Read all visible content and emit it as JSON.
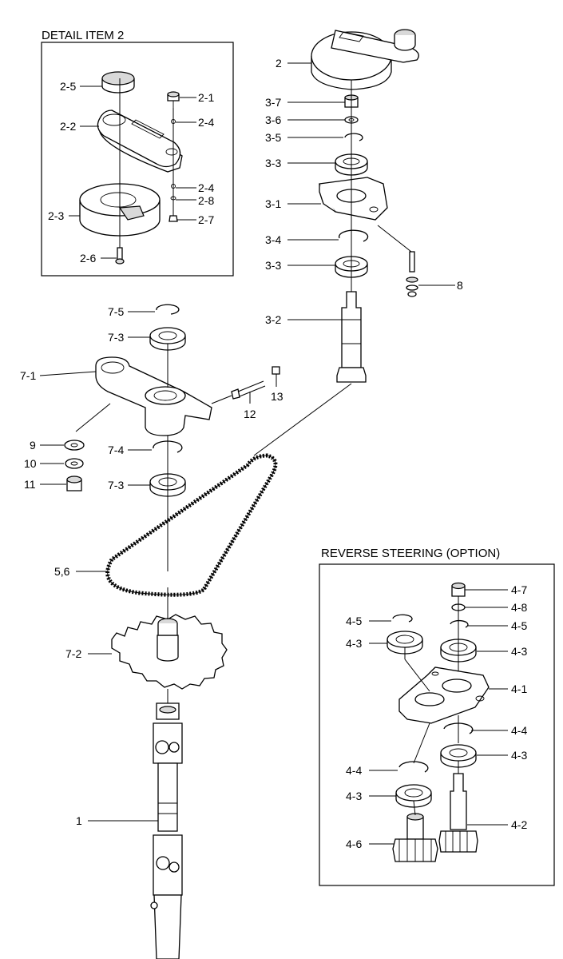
{
  "detail_title": "DETAIL ITEM 2",
  "reverse_title": "REVERSE STEERING (OPTION)",
  "labels": {
    "d25": "2-5",
    "d22": "2-2",
    "d21": "2-1",
    "d24a": "2-4",
    "d24b": "2-4",
    "d28": "2-8",
    "d23": "2-3",
    "d27": "2-7",
    "d26": "2-6",
    "p2": "2",
    "p37": "3-7",
    "p36": "3-6",
    "p35": "3-5",
    "p33a": "3-3",
    "p31": "3-1",
    "p34": "3-4",
    "p33b": "3-3",
    "p8": "8",
    "p32": "3-2",
    "p75": "7-5",
    "p73a": "7-3",
    "p71": "7-1",
    "p13": "13",
    "p12": "12",
    "p9": "9",
    "p74": "7-4",
    "p10": "10",
    "p11": "11",
    "p73b": "7-3",
    "p56": "5,6",
    "p72": "7-2",
    "p1": "1",
    "r47": "4-7",
    "r48": "4-8",
    "r45a": "4-5",
    "r45b": "4-5",
    "r43a": "4-3",
    "r43b": "4-3",
    "r41": "4-1",
    "r44a": "4-4",
    "r44b": "4-4",
    "r43c": "4-3",
    "r43d": "4-3",
    "r46": "4-6",
    "r42": "4-2"
  }
}
